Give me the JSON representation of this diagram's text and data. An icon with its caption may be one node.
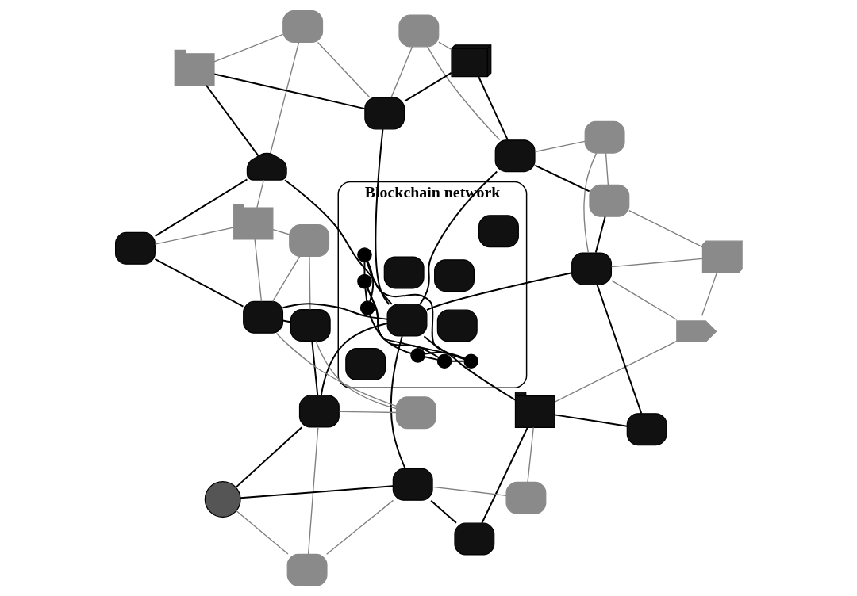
{
  "diagram": {
    "nodes": [
      {
        "text": [
          "Blockchain network"
        ]
      },
      {
        "text": [],
        "shape": "box",
        "in": 0
      },
      {
        "text": [],
        "shape": "box",
        "in": 0
      },
      {
        "text": [],
        "shape": "box",
        "in": 0
      },
      {
        "text": [],
        "shape": "box",
        "in": 0
      },
      {
        "text": [],
        "shape": "box",
        "in": 0
      },
      {
        "text": [],
        "shape": "box",
        "in": 0
      },
      {
        "text": [],
        "shape": "circle",
        "in": 0
      },
      {
        "text": [],
        "shape": "circle",
        "in": 0
      },
      {
        "text": [],
        "shape": "circle",
        "in": 0
      },
      {
        "text": [],
        "shape": "circle",
        "in": 0
      },
      {
        "text": [],
        "shape": "circle",
        "in": 0
      },
      {
        "text": [],
        "shape": "circle",
        "in": 0
      },
      {
        "text": [],
        "shape": "box"
      },
      {
        "text": [],
        "shape": "box"
      },
      {
        "text": [],
        "shape": "box"
      },
      {
        "text": [],
        "shape": "box"
      },
      {
        "text": [],
        "shape": "box"
      },
      {
        "text": [],
        "shape": "circle"
      },
      {
        "text": [],
        "shape": "box"
      },
      {
        "text": [],
        "shape": "box"
      },
      {
        "text": [],
        "shape": "box"
      },
      {
        "text": [],
        "shape": "box"
      },
      {
        "text": [],
        "shape": "box"
      },
      {
        "text": [],
        "shape": "box"
      },
      {
        "text": [],
        "shape": "box"
      },
      {
        "text": [],
        "shape": "box"
      },
      {
        "text": [],
        "shape": "box"
      },
      {
        "text": [],
        "shape": "box"
      },
      {
        "text": [],
        "shape": "box"
      },
      {
        "text": [],
        "shape": "box"
      },
      {
        "text": [],
        "shape": "box"
      },
      {
        "text": [],
        "shape": "box"
      },
      {
        "text": [],
        "shape": "box"
      },
      {
        "text": [],
        "shape": "box"
      },
      {
        "text": [],
        "shape": "box"
      },
      {
        "text": [],
        "shape": "box"
      },
      {
        "text": [],
        "shape": "box"
      },
      {
        "text": [],
        "shape": "box"
      }
    ],
    "edges": [
      {
        "from": 7,
        "to": 8,
        "arrow": "none"
      },
      {
        "from": 7,
        "to": 9,
        "arrow": "none"
      },
      {
        "from": 7,
        "to": 10,
        "arrow": "none"
      },
      {
        "from": 9,
        "to": 10,
        "arrow": "none"
      },
      {
        "from": 9,
        "to": 12,
        "arrow": "none"
      },
      {
        "from": 10,
        "to": 11,
        "arrow": "none"
      },
      {
        "from": 10,
        "to": 12,
        "arrow": "none"
      },
      {
        "from": 12,
        "to": 11,
        "arrow": "none"
      },
      {
        "from": 8,
        "to": 12,
        "arrow": "none"
      },
      {
        "from": 8,
        "to": 11,
        "arrow": "none"
      },
      {
        "from": 13,
        "to": 16,
        "arrow": "none"
      },
      {
        "from": 13,
        "to": 15,
        "arrow": "none"
      },
      {
        "from": 16,
        "to": 17,
        "arrow": "none",
        "color": "#808080"
      },
      {
        "from": 17,
        "to": 15,
        "arrow": "none",
        "color": "#808080"
      },
      {
        "from": 16,
        "to": 21,
        "arrow": "none",
        "color": "#808080"
      },
      {
        "from": 16,
        "to": 23,
        "arrow": "none"
      },
      {
        "from": 16,
        "to": 0,
        "arrow": "none"
      },
      {
        "from": 15,
        "to": 0,
        "arrow": "none"
      },
      {
        "from": 15,
        "to": 14,
        "arrow": "none",
        "color": "#808080"
      },
      {
        "from": 15,
        "to": 18,
        "arrow": "none"
      },
      {
        "from": 14,
        "to": 18,
        "arrow": "none",
        "color": "#808080"
      },
      {
        "from": 14,
        "to": 19,
        "arrow": "none",
        "color": "#808080"
      },
      {
        "from": 18,
        "to": 19,
        "arrow": "none"
      },
      {
        "from": 19,
        "to": 0,
        "arrow": "none"
      },
      {
        "from": 19,
        "to": 20,
        "arrow": "none"
      },
      {
        "from": 19,
        "to": 22,
        "arrow": "none",
        "color": "#808080"
      },
      {
        "from": 22,
        "to": 20,
        "arrow": "none",
        "color": "#808080"
      },
      {
        "from": 22,
        "to": 26,
        "arrow": "none",
        "color": "#808080"
      },
      {
        "from": 20,
        "to": 26,
        "arrow": "none"
      },
      {
        "from": 20,
        "to": 27,
        "arrow": "none",
        "color": "#808080"
      },
      {
        "from": 26,
        "to": 0,
        "arrow": "none"
      },
      {
        "from": 26,
        "to": 27,
        "arrow": "none",
        "color": "#808080"
      },
      {
        "from": 26,
        "to": 29,
        "arrow": "none"
      },
      {
        "from": 26,
        "to": 31,
        "arrow": "none",
        "color": "#808080"
      },
      {
        "from": 27,
        "to": 31,
        "arrow": "none",
        "color": "#808080"
      },
      {
        "from": 29,
        "to": 31,
        "arrow": "none",
        "color": "#808080"
      },
      {
        "from": 29,
        "to": 32,
        "arrow": "none"
      },
      {
        "from": 32,
        "to": 0,
        "arrow": "none"
      },
      {
        "from": 32,
        "to": 35,
        "arrow": "none",
        "color": "#808080"
      },
      {
        "from": 32,
        "to": 31,
        "arrow": "none",
        "color": "#808080"
      },
      {
        "from": 32,
        "to": 37,
        "arrow": "none"
      },
      {
        "from": 35,
        "to": 36,
        "arrow": "none",
        "color": "#808080"
      },
      {
        "from": 35,
        "to": 37,
        "arrow": "none",
        "color": "#808080"
      },
      {
        "from": 36,
        "to": 37,
        "arrow": "none"
      },
      {
        "from": 36,
        "to": 0,
        "arrow": "none"
      },
      {
        "from": 36,
        "to": 34,
        "arrow": "none"
      },
      {
        "from": 36,
        "to": 38,
        "arrow": "none",
        "color": "#808080"
      },
      {
        "from": 34,
        "to": 38,
        "arrow": "none",
        "color": "#808080"
      },
      {
        "from": 34,
        "to": 33,
        "arrow": "none"
      },
      {
        "from": 33,
        "to": 38,
        "arrow": "none",
        "color": "#808080"
      },
      {
        "from": 33,
        "to": 0,
        "arrow": "none"
      },
      {
        "from": 33,
        "to": 30,
        "arrow": "none"
      },
      {
        "from": 33,
        "to": 28,
        "arrow": "none",
        "color": "#808080"
      },
      {
        "from": 28,
        "to": 30,
        "arrow": "none",
        "color": "#808080"
      },
      {
        "from": 28,
        "to": 25,
        "arrow": "none",
        "color": "#808080"
      },
      {
        "from": 25,
        "to": 30,
        "arrow": "none"
      },
      {
        "from": 25,
        "to": 23,
        "arrow": "none"
      },
      {
        "from": 25,
        "to": 0,
        "arrow": "none"
      },
      {
        "from": 25,
        "to": 24,
        "arrow": "none",
        "color": "#808080"
      },
      {
        "from": 25,
        "to": 21,
        "arrow": "none",
        "color": "#808080"
      },
      {
        "from": 21,
        "to": 24,
        "arrow": "none",
        "color": "#808080"
      },
      {
        "from": 24,
        "to": 30,
        "arrow": "none",
        "color": "#808080"
      }
    ]
  }
}
